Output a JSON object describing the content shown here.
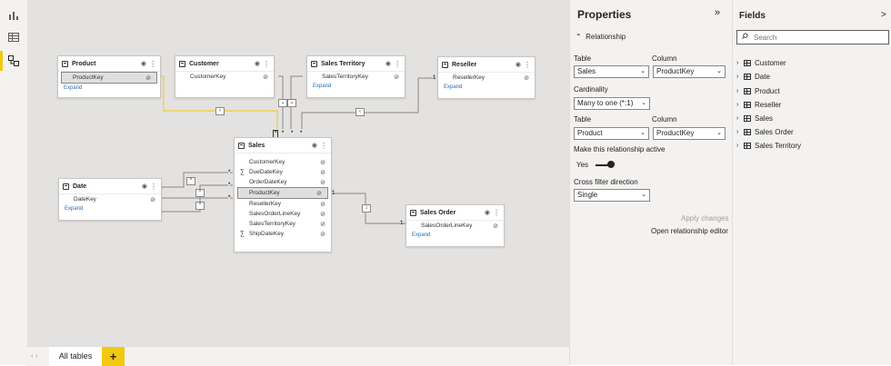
{
  "rail": {
    "icons": [
      "report-view-icon",
      "data-view-icon",
      "model-view-icon"
    ]
  },
  "tables": [
    {
      "name": "Product",
      "fields": [
        {
          "name": "ProductKey",
          "highlight": true
        }
      ],
      "expand": "Expand"
    },
    {
      "name": "Customer",
      "fields": [
        {
          "name": "CustomerKey"
        }
      ],
      "expand": "Expand"
    },
    {
      "name": "Sales Territory",
      "fields": [
        {
          "name": "SalesTerritoryKey"
        }
      ],
      "expand": "Expand"
    },
    {
      "name": "Reseller",
      "fields": [
        {
          "name": "ResellerKey"
        }
      ],
      "expand": "Expand"
    },
    {
      "name": "Sales",
      "fields": [
        {
          "name": "CustomerKey"
        },
        {
          "name": "DueDateKey",
          "sigma": "∑"
        },
        {
          "name": "OrderDateKey"
        },
        {
          "name": "ProductKey",
          "highlight": true
        },
        {
          "name": "ResellerKey"
        },
        {
          "name": "SalesOrderLineKey"
        },
        {
          "name": "SalesTerritoryKey"
        },
        {
          "name": "ShipDateKey",
          "sigma": "∑"
        }
      ]
    },
    {
      "name": "Date",
      "fields": [
        {
          "name": "DateKey"
        }
      ],
      "expand": "Expand"
    },
    {
      "name": "Sales Order",
      "fields": [
        {
          "name": "SalesOrderLineKey"
        }
      ],
      "expand": "Expand"
    }
  ],
  "cardinality_labels": {
    "one": "1",
    "many": "*"
  },
  "bottom": {
    "tab_label": "All tables",
    "add_label": "+"
  },
  "properties": {
    "title": "Properties",
    "collapse": "»",
    "section": "Relationship",
    "table_label": "Table",
    "column_label": "Column",
    "table1": "Sales",
    "column1": "ProductKey",
    "cardinality_label": "Cardinality",
    "cardinality_value": "Many to one (*:1)",
    "table2": "Product",
    "column2": "ProductKey",
    "active_label": "Make this relationship active",
    "active_value": "Yes",
    "filter_label": "Cross filter direction",
    "filter_value": "Single",
    "apply": "Apply changes",
    "open_editor": "Open relationship editor"
  },
  "fields_pane": {
    "title": "Fields",
    "expand": ">",
    "search_placeholder": "Search",
    "items": [
      "Customer",
      "Date",
      "Product",
      "Reseller",
      "Sales",
      "Sales Order",
      "Sales Territory"
    ]
  }
}
